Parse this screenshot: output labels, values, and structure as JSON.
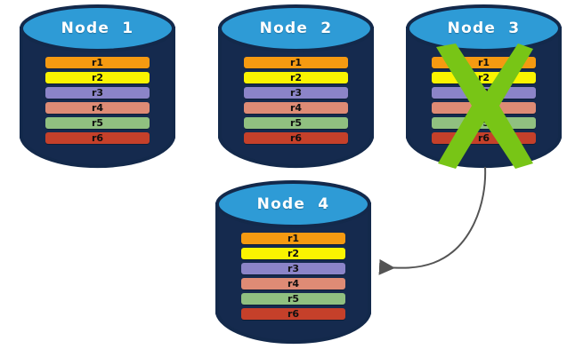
{
  "diagram": {
    "title_prefix": "Node",
    "background": "#ffffff",
    "palette": {
      "cylinder_body": "#152A4E",
      "cylinder_body_dark": "#0E1F3C",
      "cylinder_top": "#2E9BD6",
      "cylinder_top_edge": "#13294B",
      "cylinder_outline": "#13294B",
      "x_mark_green": "#78C516",
      "arrow_gray": "#545454",
      "title_text": "#ffffff",
      "row_label_text": "#101010"
    },
    "rows_legend": [
      {
        "id": "r1",
        "label": "r1",
        "color": "#F59A11"
      },
      {
        "id": "r2",
        "label": "r2",
        "color": "#FAF400"
      },
      {
        "id": "r3",
        "label": "r3",
        "color": "#8B84C8"
      },
      {
        "id": "r4",
        "label": "r4",
        "color": "#DE8B75"
      },
      {
        "id": "r5",
        "label": "r5",
        "color": "#90C080"
      },
      {
        "id": "r6",
        "label": "r6",
        "color": "#C5402A"
      }
    ],
    "nodes": [
      {
        "key": "node1",
        "title": "Node  1",
        "failed": false,
        "rows": [
          {
            "label": "r1",
            "color": "#F59A11"
          },
          {
            "label": "r2",
            "color": "#FAF400"
          },
          {
            "label": "r3",
            "color": "#8B84C8"
          },
          {
            "label": "r4",
            "color": "#DE8B75"
          },
          {
            "label": "r5",
            "color": "#90C080"
          },
          {
            "label": "r6",
            "color": "#C5402A"
          }
        ]
      },
      {
        "key": "node2",
        "title": "Node  2",
        "failed": false,
        "rows": [
          {
            "label": "r1",
            "color": "#F59A11"
          },
          {
            "label": "r2",
            "color": "#FAF400"
          },
          {
            "label": "r3",
            "color": "#8B84C8"
          },
          {
            "label": "r4",
            "color": "#DE8B75"
          },
          {
            "label": "r5",
            "color": "#90C080"
          },
          {
            "label": "r6",
            "color": "#C5402A"
          }
        ]
      },
      {
        "key": "node3",
        "title": "Node  3",
        "failed": true,
        "rows": [
          {
            "label": "r1",
            "color": "#F59A11"
          },
          {
            "label": "r2",
            "color": "#FAF400"
          },
          {
            "label": "r3",
            "color": "#8B84C8"
          },
          {
            "label": "r4",
            "color": "#DE8B75"
          },
          {
            "label": "r5",
            "color": "#90C080"
          },
          {
            "label": "r6",
            "color": "#C5402A"
          }
        ]
      },
      {
        "key": "node4",
        "title": "Node  4",
        "failed": false,
        "rows": [
          {
            "label": "r1",
            "color": "#F59A11"
          },
          {
            "label": "r2",
            "color": "#FAF400"
          },
          {
            "label": "r3",
            "color": "#8B84C8"
          },
          {
            "label": "r4",
            "color": "#DE8B75"
          },
          {
            "label": "r5",
            "color": "#90C080"
          },
          {
            "label": "r6",
            "color": "#C5402A"
          }
        ]
      }
    ],
    "annotations": {
      "x_mark": {
        "on_node": "node3",
        "meaning": "node-failed"
      },
      "arrow": {
        "from": "node3",
        "to": "node4",
        "meaning": "replicate-rows-to-new-node"
      }
    }
  }
}
